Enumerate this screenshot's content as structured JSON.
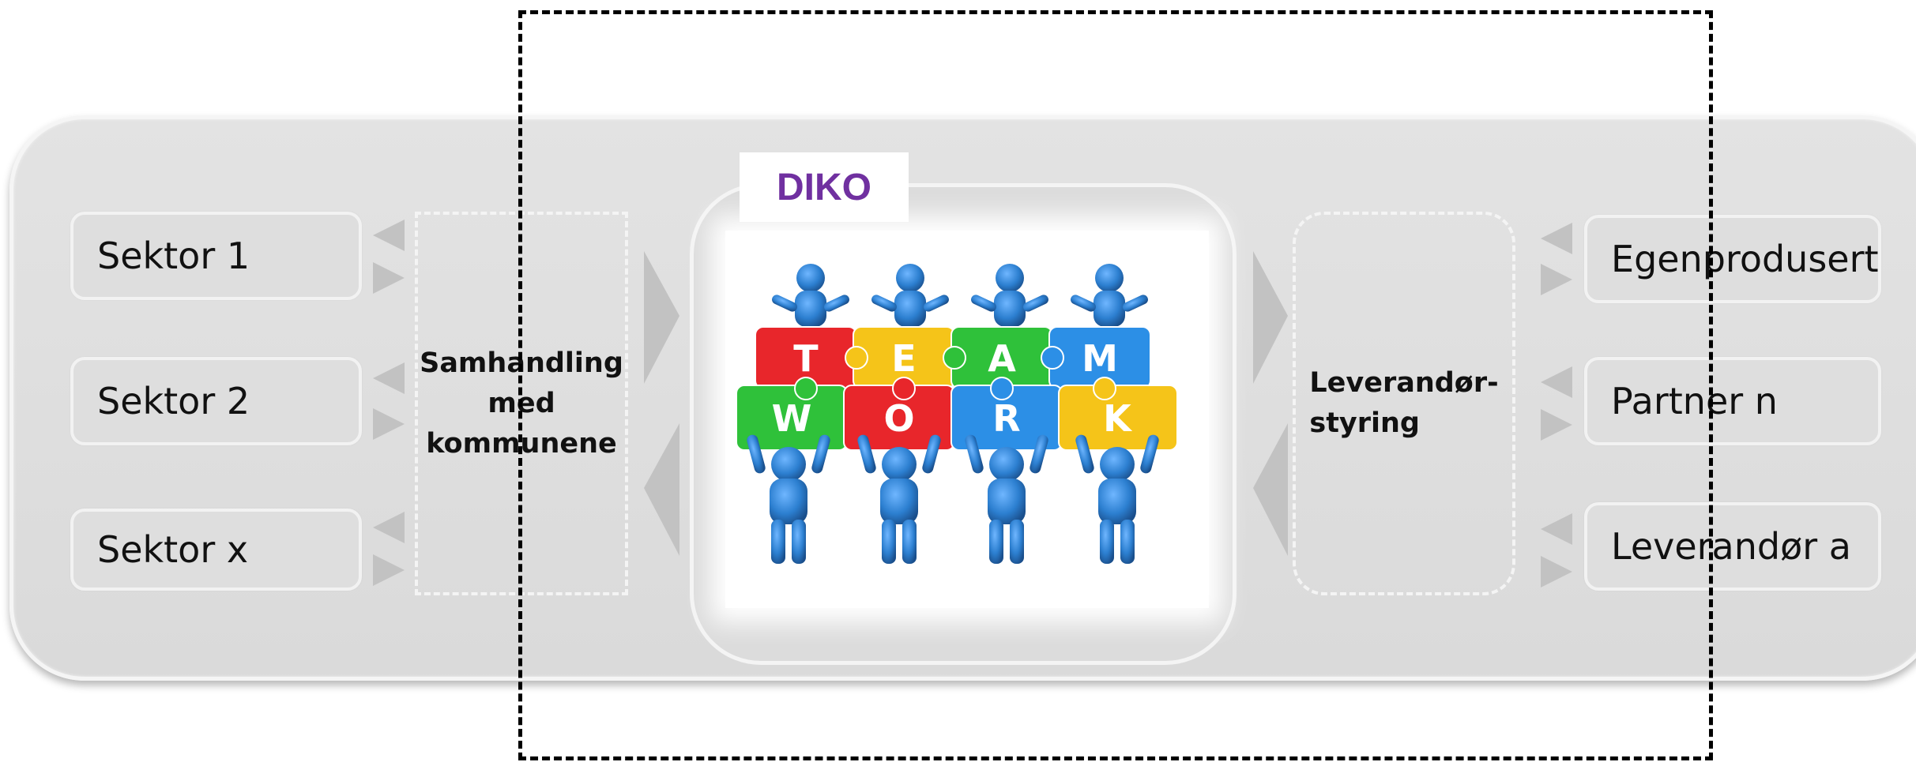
{
  "left_sectors": [
    "Sektor 1",
    "Sektor 2",
    "Sektor x"
  ],
  "left_group_label": [
    "Samhandling",
    "med",
    "kommunene"
  ],
  "center": {
    "title": "DIKO",
    "puzzle_letters_top": [
      "T",
      "E",
      "A",
      "M"
    ],
    "puzzle_letters_bottom": [
      "W",
      "O",
      "R",
      "K"
    ]
  },
  "right_group_label": [
    "Leverandør-",
    "styring"
  ],
  "right_partners": [
    "Egenprodusert",
    "Partner n",
    "Leverandør a"
  ],
  "colors": {
    "title_purple": "#7030a0",
    "panel_gray": "#dedede",
    "figure_blue": "#2c7fd0",
    "puzzle_red": "#e8262b",
    "puzzle_yellow": "#f5c419",
    "puzzle_green": "#2fc13a",
    "puzzle_blue": "#2c8fe6"
  }
}
